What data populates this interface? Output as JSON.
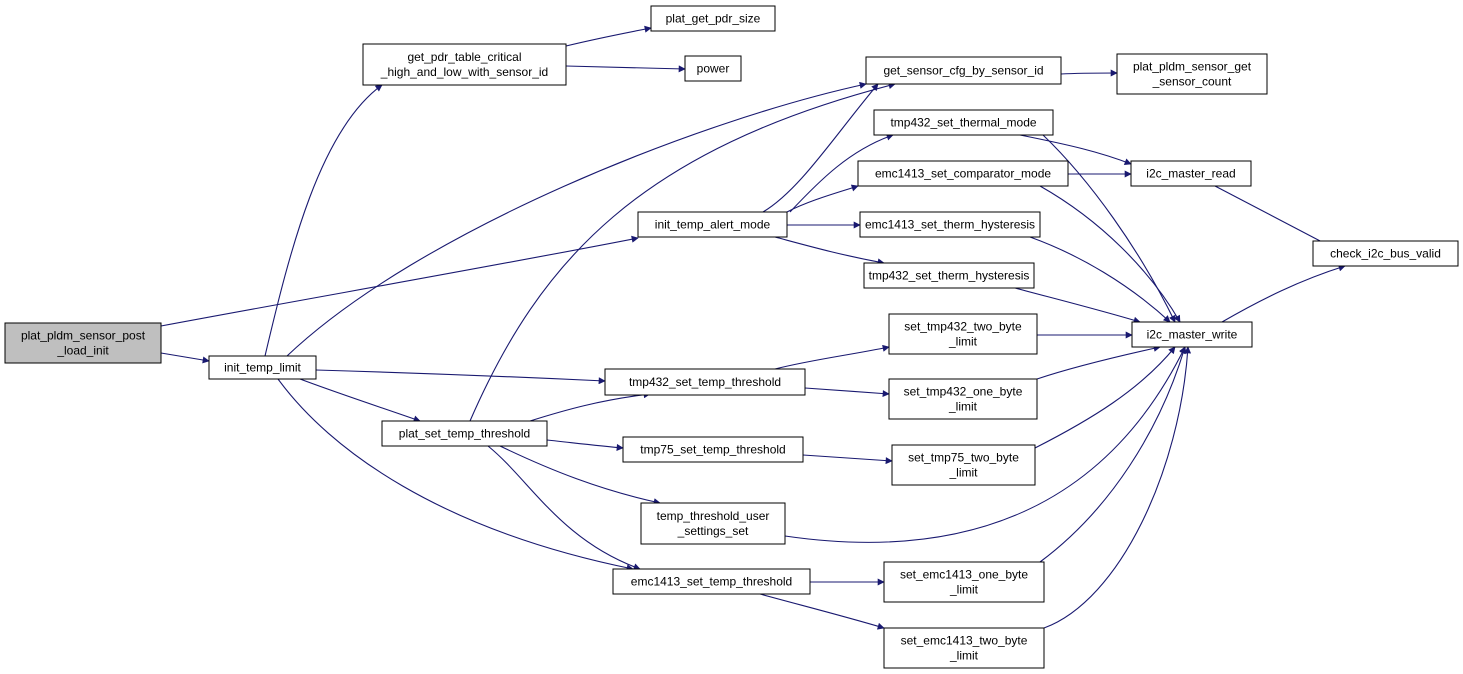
{
  "diagram": {
    "colors": {
      "edge": "#191970",
      "node_fill": "#ffffff",
      "root_fill": "#bfbfbf",
      "border": "#000000"
    },
    "nodes": {
      "root": [
        "plat_pldm_sensor_post",
        "_load_init"
      ],
      "init_temp_limit": [
        "init_temp_limit"
      ],
      "get_pdr": [
        "get_pdr_table_critical",
        "_high_and_low_with_sensor_id"
      ],
      "plat_get_pdr_size": [
        "plat_get_pdr_size"
      ],
      "power": [
        "power"
      ],
      "get_sensor_cfg": [
        "get_sensor_cfg_by_sensor_id"
      ],
      "sensor_count": [
        "plat_pldm_sensor_get",
        "_sensor_count"
      ],
      "init_alert": [
        "init_temp_alert_mode"
      ],
      "tmp432_thermal": [
        "tmp432_set_thermal_mode"
      ],
      "emc_comp": [
        "emc1413_set_comparator_mode"
      ],
      "emc_hyst": [
        "emc1413_set_therm_hysteresis"
      ],
      "tmp432_hyst": [
        "tmp432_set_therm_hysteresis"
      ],
      "i2c_read": [
        "i2c_master_read"
      ],
      "check_bus": [
        "check_i2c_bus_valid"
      ],
      "i2c_write": [
        "i2c_master_write"
      ],
      "plat_set_thr": [
        "plat_set_temp_threshold"
      ],
      "tmp432_thr": [
        "tmp432_set_temp_threshold"
      ],
      "tmp75_thr": [
        "tmp75_set_temp_threshold"
      ],
      "user_set": [
        "temp_threshold_user",
        "_settings_set"
      ],
      "emc_thr": [
        "emc1413_set_temp_threshold"
      ],
      "tmp432_two": [
        "set_tmp432_two_byte",
        "_limit"
      ],
      "tmp432_one": [
        "set_tmp432_one_byte",
        "_limit"
      ],
      "tmp75_two": [
        "set_tmp75_two_byte",
        "_limit"
      ],
      "emc_one": [
        "set_emc1413_one_byte",
        "_limit"
      ],
      "emc_two": [
        "set_emc1413_two_byte",
        "_limit"
      ]
    },
    "edges": [
      [
        "root",
        "init_temp_limit"
      ],
      [
        "root",
        "init_alert"
      ],
      [
        "init_temp_limit",
        "get_pdr"
      ],
      [
        "init_temp_limit",
        "get_sensor_cfg"
      ],
      [
        "init_temp_limit",
        "plat_set_thr"
      ],
      [
        "init_temp_limit",
        "tmp432_thr"
      ],
      [
        "init_temp_limit",
        "emc_thr"
      ],
      [
        "get_pdr",
        "plat_get_pdr_size"
      ],
      [
        "get_pdr",
        "power"
      ],
      [
        "get_sensor_cfg",
        "sensor_count"
      ],
      [
        "init_alert",
        "get_sensor_cfg"
      ],
      [
        "init_alert",
        "tmp432_thermal"
      ],
      [
        "init_alert",
        "emc_comp"
      ],
      [
        "init_alert",
        "emc_hyst"
      ],
      [
        "init_alert",
        "tmp432_hyst"
      ],
      [
        "tmp432_thermal",
        "i2c_read"
      ],
      [
        "tmp432_thermal",
        "i2c_write"
      ],
      [
        "emc_comp",
        "i2c_read"
      ],
      [
        "emc_comp",
        "i2c_write"
      ],
      [
        "emc_hyst",
        "i2c_write"
      ],
      [
        "tmp432_hyst",
        "i2c_write"
      ],
      [
        "i2c_read",
        "check_bus"
      ],
      [
        "i2c_write",
        "check_bus"
      ],
      [
        "plat_set_thr",
        "get_sensor_cfg"
      ],
      [
        "plat_set_thr",
        "tmp432_thr"
      ],
      [
        "plat_set_thr",
        "tmp75_thr"
      ],
      [
        "plat_set_thr",
        "user_set"
      ],
      [
        "plat_set_thr",
        "emc_thr"
      ],
      [
        "tmp432_thr",
        "tmp432_two"
      ],
      [
        "tmp432_thr",
        "tmp432_one"
      ],
      [
        "tmp75_thr",
        "tmp75_two"
      ],
      [
        "user_set",
        "i2c_write"
      ],
      [
        "emc_thr",
        "emc_one"
      ],
      [
        "emc_thr",
        "emc_two"
      ],
      [
        "tmp432_two",
        "i2c_write"
      ],
      [
        "tmp432_one",
        "i2c_write"
      ],
      [
        "tmp75_two",
        "i2c_write"
      ],
      [
        "emc_one",
        "i2c_write"
      ],
      [
        "emc_two",
        "i2c_write"
      ]
    ]
  }
}
